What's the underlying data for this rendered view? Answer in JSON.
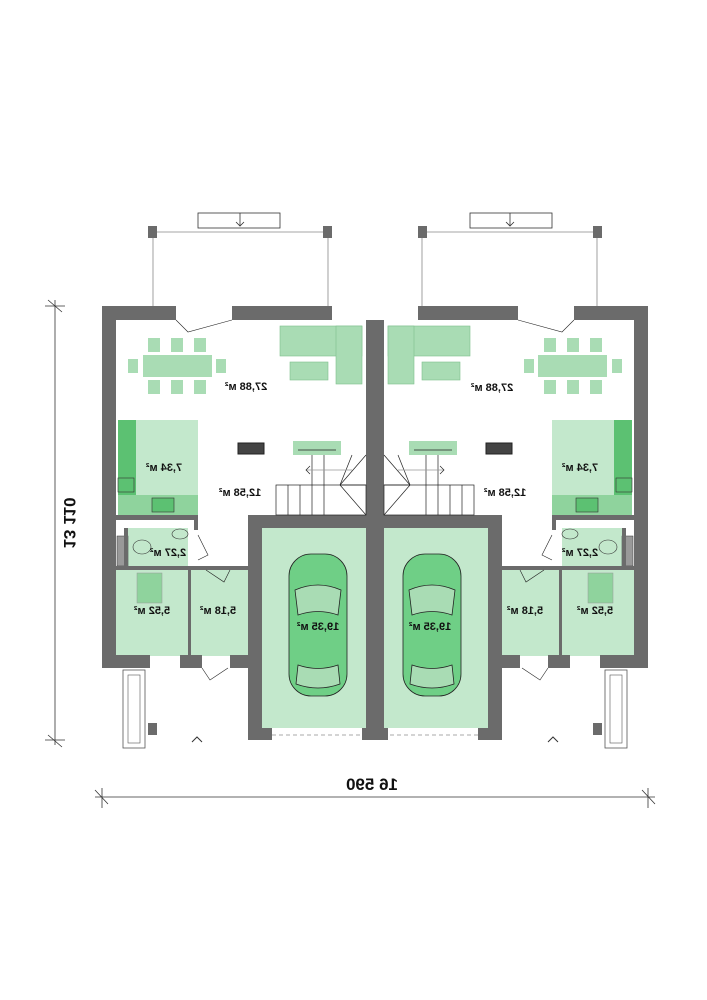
{
  "colors": {
    "wall": "#6b6b6b",
    "room": "#c3e8cc",
    "furniture": "#a9dcb4",
    "dark_green": "#5cc172",
    "line": "#222222"
  },
  "rooms": {
    "living": "27,88 м²",
    "hall": "12,58 м²",
    "kitchen": "7,34 м²",
    "wc": "2,27 м²",
    "utility": "5,52 м²",
    "entry": "5,18 м²",
    "garage": "19,35 м²"
  },
  "dimensions": {
    "width": "16 590",
    "depth": "13 110"
  }
}
